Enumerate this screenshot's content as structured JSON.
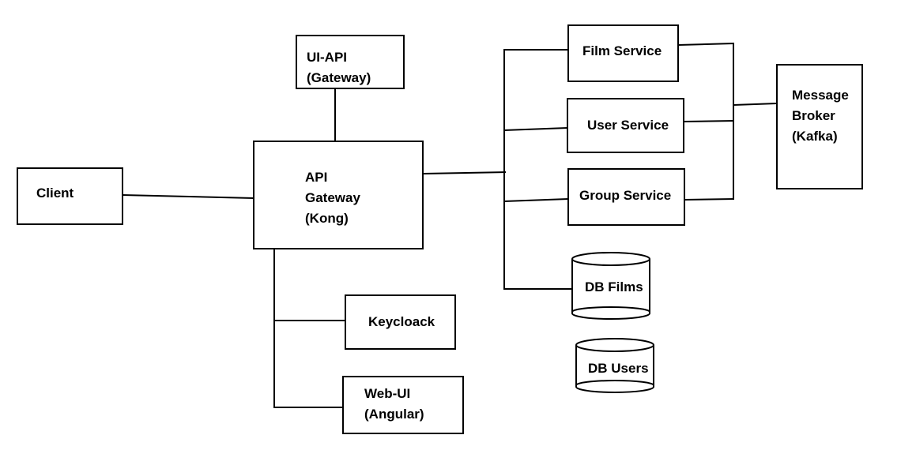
{
  "nodes": {
    "client": {
      "lines": [
        "Client"
      ]
    },
    "api_gateway": {
      "lines": [
        "API",
        "Gateway",
        "(Kong)"
      ]
    },
    "ui_api": {
      "lines": [
        "UI-API",
        "(Gateway)"
      ]
    },
    "keycloak": {
      "lines": [
        "Keycloack"
      ]
    },
    "web_ui": {
      "lines": [
        "Web-UI",
        "(Angular)"
      ]
    },
    "film_service": {
      "lines": [
        "Film Service"
      ]
    },
    "user_service": {
      "lines": [
        "User Service"
      ]
    },
    "group_service": {
      "lines": [
        "Group Service"
      ]
    },
    "db_films": {
      "lines": [
        "DB Films"
      ]
    },
    "db_users": {
      "lines": [
        "DB Users"
      ]
    },
    "message_broker": {
      "lines": [
        "Message",
        "Broker",
        "(Kafka)"
      ]
    }
  }
}
